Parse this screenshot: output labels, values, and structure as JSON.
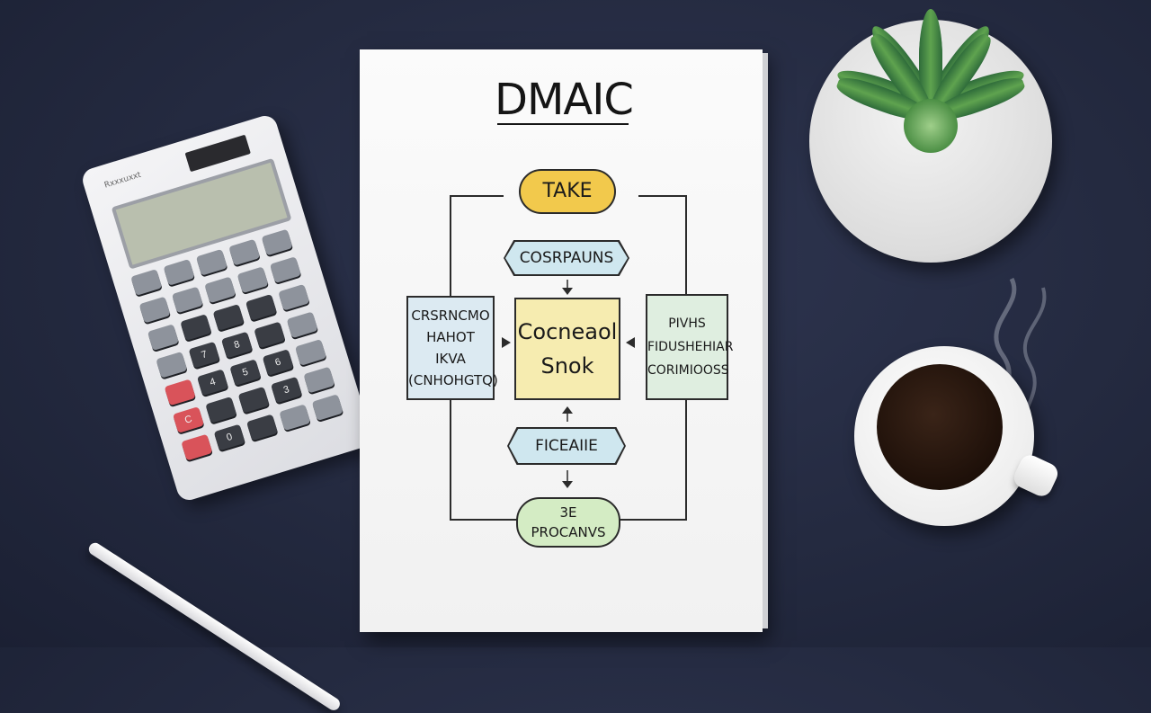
{
  "notebook": {
    "title": "DMAIC",
    "nodes": {
      "top_pill": "TAKE",
      "top_hex": "COSRPAUNS",
      "left_box": [
        "CRSRNCMO",
        "HAHOT",
        "IKVA",
        "(CNHOHGTQ)"
      ],
      "center_box": [
        "Cocneaol",
        "Snok"
      ],
      "right_box": [
        "PIVHS",
        "FIDUSHEHIAR",
        "CORIMIOOSS"
      ],
      "bottom_hex": "FICEAIIE",
      "bottom_pill": [
        "3E",
        "PROCANVS"
      ]
    },
    "colors": {
      "top_pill": "#f2c94c",
      "hex": "#cfe7ef",
      "left_box": "#dceaf2",
      "center_box": "#f6ecb0",
      "right_box": "#dfeee0",
      "bottom_pill": "#d4ecc4"
    }
  },
  "calculator": {
    "brand": "Rxxxuxxt",
    "keys": [
      "",
      "",
      "",
      "",
      "",
      "",
      "",
      "",
      "",
      "",
      "",
      "",
      "",
      "",
      "",
      "",
      "7",
      "8",
      "",
      "",
      "",
      "4",
      "5",
      "6",
      "",
      "C",
      "",
      "",
      "3",
      "",
      "",
      "0",
      "",
      "",
      ""
    ]
  },
  "objects": [
    "calculator-icon",
    "pencil-icon",
    "notebook-icon",
    "succulent-plant-icon",
    "coffee-cup-icon"
  ]
}
